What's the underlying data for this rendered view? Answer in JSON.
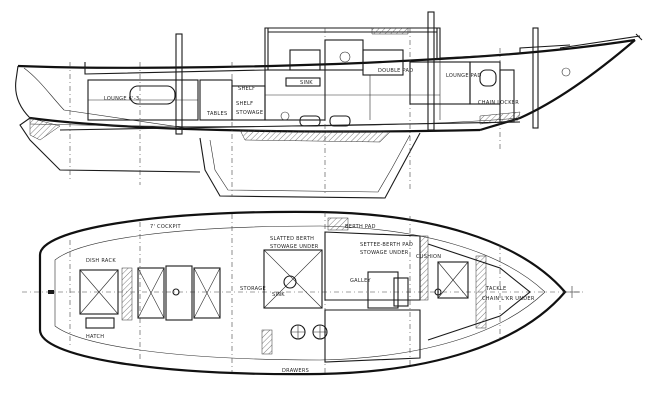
{
  "profile": {
    "labels": {
      "lounge_fwd": "LOUNGE 6'-3",
      "shelf": "SHELF",
      "tables": "TABLES",
      "stowage": "STOWAGE",
      "shelf_fwd": "SHELF",
      "berth_pad": "DOUBLE PAD",
      "lounge_aft": "LOUNGE PAD",
      "chain_locker": "CHAIN LOCKER",
      "sink": "SINK"
    }
  },
  "plan": {
    "labels": {
      "slatted_berth": "SLATTED BERTH",
      "stowage_under": "STOWAGE UNDER",
      "settee_berth": "SETTEE-BERTH PAD",
      "stowage_under_2": "STOWAGE UNDER",
      "berth_pad": "BERTH PAD",
      "cushion": "CUSHION",
      "storage": "STORAGE",
      "hatch": "HATCH",
      "chain_locker": "CHAIN L'KR UNDER",
      "tackle": "TACKLE",
      "cockpit": "7' COCKPIT",
      "drawers": "DRAWERS",
      "dish_rack": "DISH RACK",
      "galley": "GALLEY",
      "sink": "SINK"
    }
  }
}
